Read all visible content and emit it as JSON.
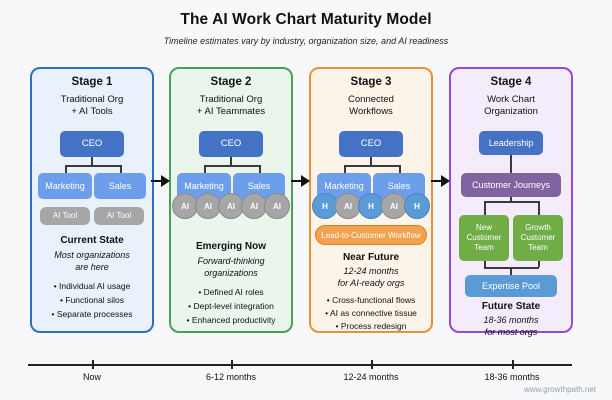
{
  "header": {
    "title": "The AI Work Chart Maturity Model",
    "subtitle": "Timeline estimates vary by industry, organization size, and AI readiness"
  },
  "stages": [
    {
      "name": "Stage 1",
      "subtitle": [
        "Traditional Org",
        "+ AI Tools"
      ],
      "org": {
        "root": "CEO",
        "children": [
          "Marketing",
          "Sales"
        ],
        "tools": [
          "AI Tool",
          "AI Tool"
        ]
      },
      "state_title": "Current State",
      "state_note": [
        "Most organizations",
        "are here"
      ],
      "bullets": [
        "Individual AI usage",
        "Functional silos",
        "Separate processes"
      ]
    },
    {
      "name": "Stage 2",
      "subtitle": [
        "Traditional Org",
        "+ AI Teammates"
      ],
      "org": {
        "root": "CEO",
        "children": [
          "Marketing",
          "Sales"
        ]
      },
      "circles": [
        "AI",
        "AI",
        "AI",
        "AI",
        "AI"
      ],
      "state_title": "Emerging Now",
      "state_note": [
        "Forward-thinking",
        "organizations"
      ],
      "bullets": [
        "Defined AI roles",
        "Dept-level integration",
        "Enhanced productivity"
      ]
    },
    {
      "name": "Stage 3",
      "subtitle": [
        "Connected",
        "Workflows"
      ],
      "org": {
        "root": "CEO",
        "children": [
          "Marketing",
          "Sales"
        ]
      },
      "circles": [
        {
          "label": "H",
          "type": "human"
        },
        {
          "label": "AI",
          "type": "ai"
        },
        {
          "label": "H",
          "type": "human"
        },
        {
          "label": "AI",
          "type": "ai"
        },
        {
          "label": "H",
          "type": "human"
        }
      ],
      "workflow_label": "Lead-to-Customer Workflow",
      "state_title": "Near Future",
      "state_note": [
        "12-24 months",
        "for AI-ready orgs"
      ],
      "bullets": [
        "Cross-functional flows",
        "AI as connective tissue",
        "Process redesign"
      ]
    },
    {
      "name": "Stage 4",
      "subtitle": [
        "Work Chart",
        "Organization"
      ],
      "org": {
        "leadership": "Leadership",
        "journeys": "Customer Journeys",
        "teams": [
          "New Customer Team",
          "Growth Customer Team"
        ],
        "pool": "Expertise Pool"
      },
      "state_title": "Future State",
      "state_note": [
        "18-36 months",
        "for most orgs"
      ]
    }
  ],
  "timeline": {
    "labels": [
      "Now",
      "6-12 months",
      "12-24 months",
      "18-36 months"
    ]
  },
  "footer": {
    "site": "www.growthpath.net"
  },
  "colors": {
    "stage1_accent": "#2e6fc2",
    "stage1_bg": "#e9f1fb",
    "stage2_accent": "#4aa054",
    "stage2_bg": "#eaf6ec",
    "stage3_accent": "#e8913c",
    "stage3_bg": "#fdf4e9",
    "stage4_accent": "#9747e0",
    "stage4_bg": "#f4ecfb",
    "ceo_box": "#4472c4",
    "dept_box": "#6d9eeb",
    "ai_tool_box": "#a6a6a6",
    "ai_circle": "#a6a6a6",
    "human_circle": "#5b9bd5",
    "workflow_pill": "#f2a14f",
    "journeys_box": "#8064a2",
    "team_box": "#70ad47",
    "pool_box": "#5b9bd5"
  }
}
